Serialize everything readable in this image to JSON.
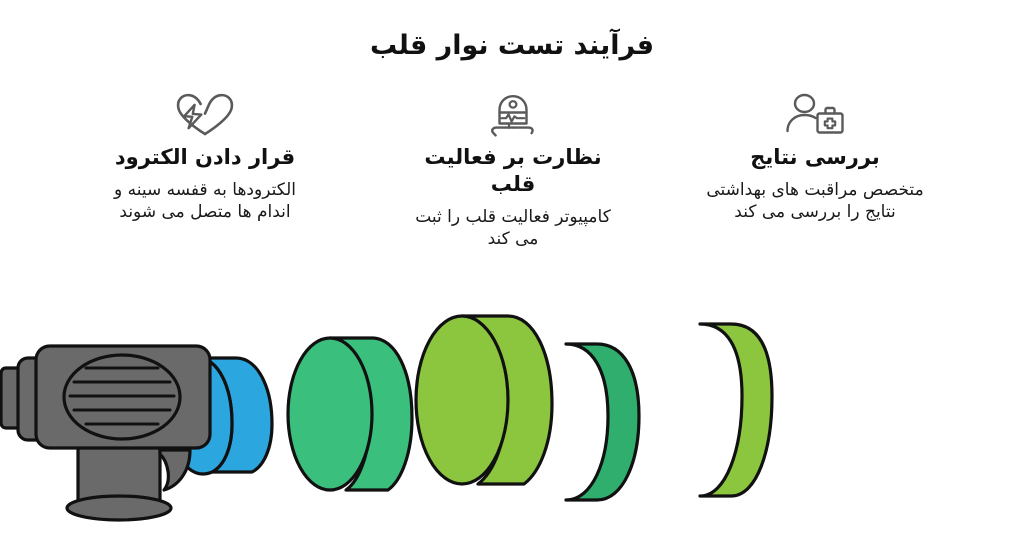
{
  "header": {
    "title": "فرآیند تست نوار قلب"
  },
  "steps": [
    {
      "icon": "heart-pulse-icon",
      "title": "قرار دادن الکترود",
      "body": "الکترودها به قفسه سینه و اندام ها متصل می شوند"
    },
    {
      "icon": "ecg-monitor-icon",
      "title": "نظارت بر فعالیت قلب",
      "body": "کامپیوتر فعالیت قلب را ثبت می کند"
    },
    {
      "icon": "doctor-medical-kit-icon",
      "title": "بررسی نتایج",
      "body": "متخصص مراقبت های بهداشتی نتایج را بررسی می کند"
    }
  ],
  "illustration": {
    "name": "ecg-device-with-spiral-ribbon",
    "colors": {
      "device_gray": "#6a6a6a",
      "device_gray_dark": "#5e5e5e",
      "outline": "#111111",
      "ribbon_blue": "#2ba6de",
      "ribbon_green": "#3bbf7d",
      "ribbon_lime": "#8cc63f"
    }
  },
  "theme": {
    "background": "#ffffff",
    "text": "#111111",
    "icon_stroke": "#5a5a5a"
  }
}
